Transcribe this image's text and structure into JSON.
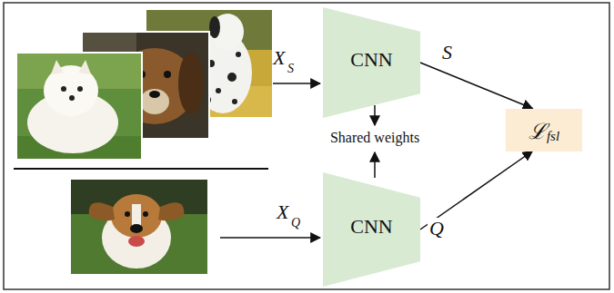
{
  "diagram": {
    "nodes": [
      {
        "text": [
          "CNN"
        ]
      },
      {
        "text": [
          "CNN"
        ]
      },
      {
        "text": [
          "ℒ",
          "fsl"
        ]
      }
    ],
    "edges": [
      {
        "from": 0,
        "to": 2,
        "arrow": "to",
        "label": "S"
      },
      {
        "from": 1,
        "to": 2,
        "arrow": "to",
        "label": "Q"
      }
    ],
    "labels": [
      "X",
      "S",
      "X",
      "Q",
      "Shared weights"
    ]
  }
}
